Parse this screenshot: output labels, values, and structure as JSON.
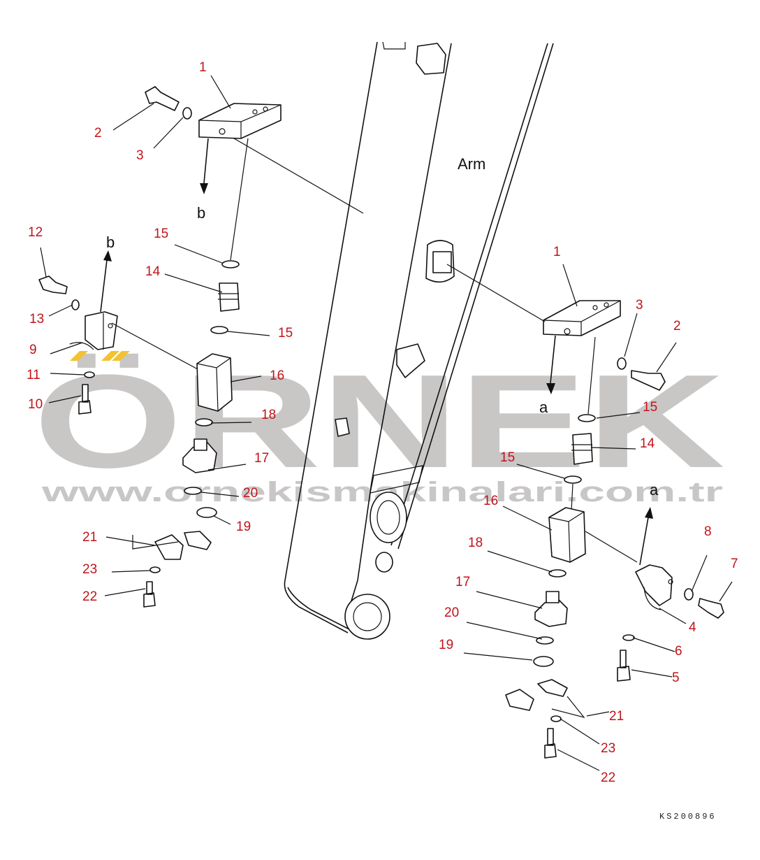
{
  "watermark": {
    "brand": "ÖRNEK",
    "url": "www.ornekismakinalari.com.tr",
    "color": "#c9c6c6",
    "accent_color": "#f2c230"
  },
  "labels": {
    "arm": "Arm",
    "letter_a": "a",
    "letter_b": "b"
  },
  "drawing_code": "KS200896",
  "callout_color": "#c0141a",
  "callouts": {
    "left": [
      "1",
      "2",
      "3",
      "15",
      "14",
      "15",
      "16",
      "18",
      "17",
      "20",
      "19",
      "21",
      "23",
      "22",
      "12",
      "13",
      "9",
      "11",
      "10"
    ],
    "right": [
      "1",
      "3",
      "2",
      "15",
      "14",
      "15",
      "16",
      "18",
      "17",
      "20",
      "19",
      "21",
      "23",
      "22",
      "8",
      "7",
      "4",
      "6",
      "5"
    ]
  }
}
